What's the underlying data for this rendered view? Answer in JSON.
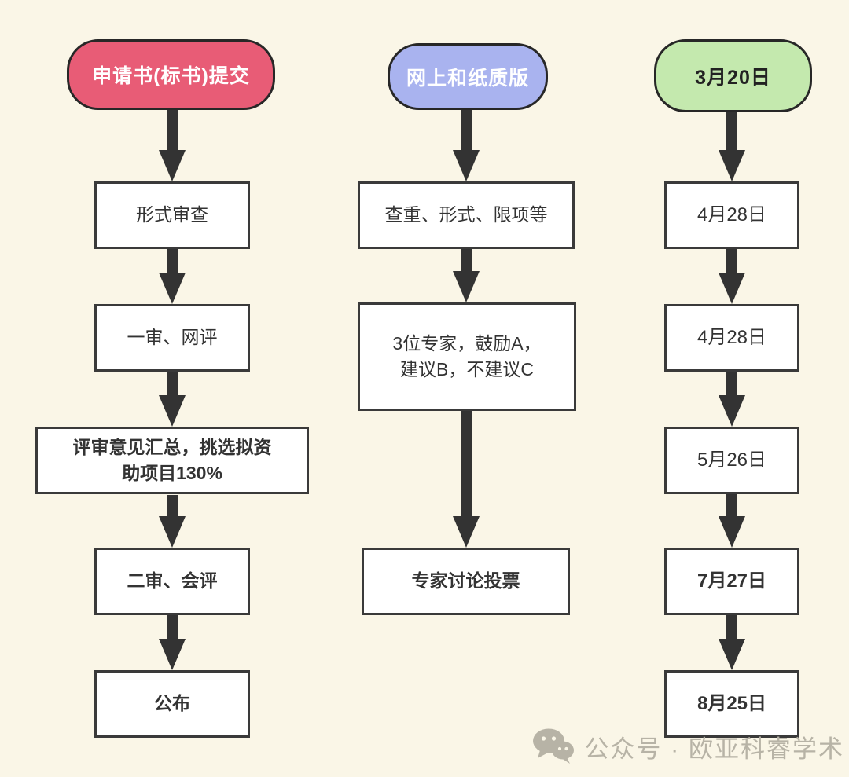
{
  "diagram": {
    "type": "flowchart",
    "direction": "top-down",
    "columns": [
      {
        "id": "process-steps",
        "header": "申请书(标书)提交",
        "header_color": "#e85c76",
        "nodes": [
          "形式审查",
          "一审、网评",
          "评审意见汇总，挑选拟资\n助项目130%",
          "二审、会评",
          "公布"
        ]
      },
      {
        "id": "details",
        "header": "网上和纸质版",
        "header_color": "#a9b3ef",
        "nodes": [
          "查重、形式、限项等",
          "3位专家，鼓励A，\n建议B，不建议C",
          "专家讨论投票"
        ]
      },
      {
        "id": "dates",
        "header": "3月20日",
        "header_color": "#c4e9ae",
        "nodes": [
          "4月28日",
          "4月28日",
          "5月26日",
          "7月27日",
          "8月25日"
        ]
      }
    ],
    "colors": {
      "background": "#faf6e7",
      "node_background": "#ffffff",
      "node_border": "#3a3a3a",
      "arrow": "#333333",
      "header_text_pink": "#ffffff",
      "header_text_purple": "#ffffff",
      "header_text_green": "#222222",
      "watermark_gray": "#b7b3a6"
    }
  },
  "watermark": {
    "icon": "wechat-icon",
    "text": "公众号 · 欧亚科睿学术"
  }
}
